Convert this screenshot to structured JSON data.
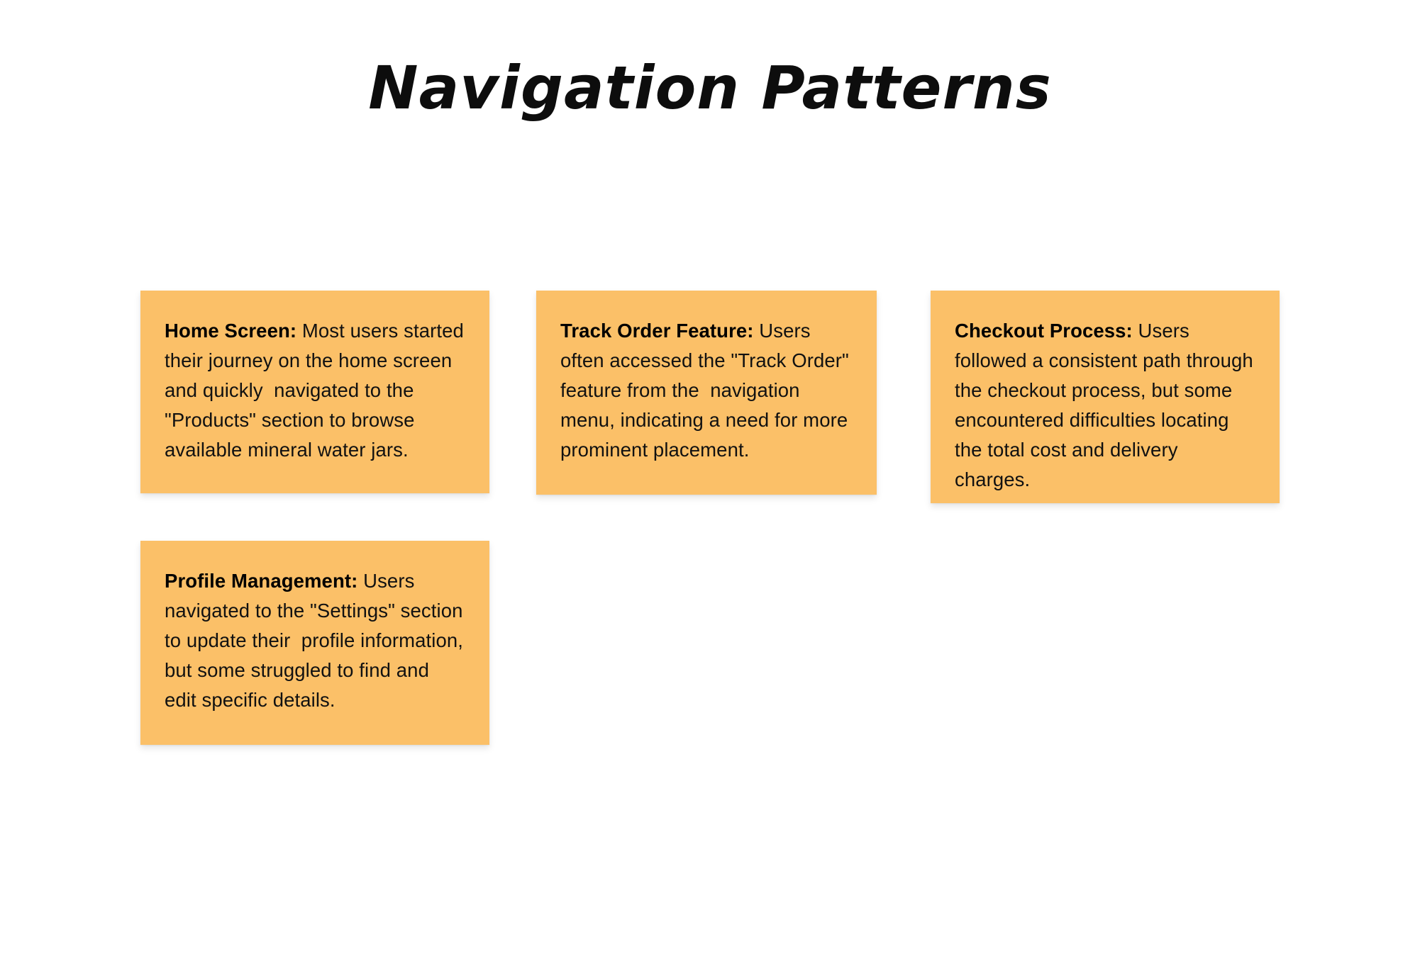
{
  "page": {
    "title": "Navigation Patterns",
    "background_color": "#ffffff",
    "note_color": "#fbc068",
    "text_color": "#111111"
  },
  "notes": [
    {
      "id": "home-screen",
      "lead": "Home Screen:",
      "body": " Most users started their journey on the home screen and quickly  navigated to the \"Products\" section to browse available mineral water jars."
    },
    {
      "id": "track-order",
      "lead": "Track Order Feature:",
      "body": " Users often accessed the \"Track Order\" feature from the  navigation menu, indicating a need for more prominent placement."
    },
    {
      "id": "checkout-process",
      "lead": "Checkout Process:",
      "body": " Users followed a consistent path through the checkout process, but some encountered difficulties locating the total cost and delivery charges."
    },
    {
      "id": "profile-management",
      "lead": "Profile Management:",
      "body": " Users navigated to the \"Settings\" section to update their  profile information, but some struggled to find and edit specific details."
    }
  ]
}
